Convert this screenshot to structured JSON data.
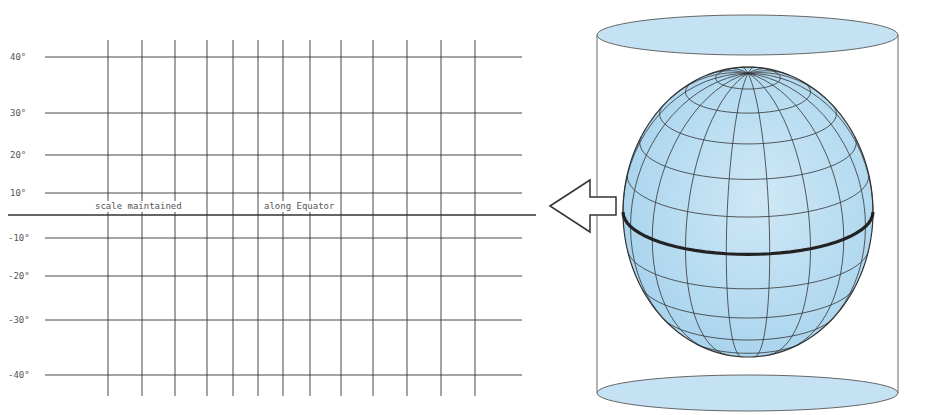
{
  "diagram": {
    "labels": [
      "40°",
      "30°",
      "20°",
      "10°",
      "-10°",
      "-20°",
      "-30°",
      "-40°",
      "scale maintained",
      "along Equator"
    ]
  }
}
